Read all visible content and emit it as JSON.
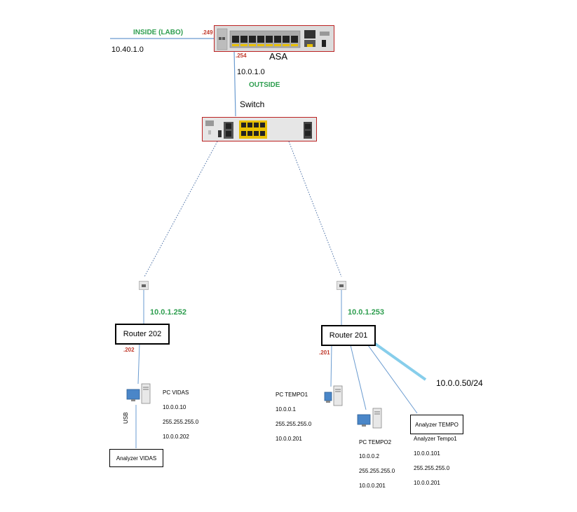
{
  "asa": {
    "label": "ASA",
    "inside_label": "INSIDE (LABO)",
    "inside_net": "10.40.1.0",
    "inside_ip": ".249",
    "outside_ip": ".254",
    "outside_net": "10.0.1.0",
    "outside_label": "OUTSIDE"
  },
  "switch": {
    "label": "Switch"
  },
  "router202": {
    "label": "Router 202",
    "uplink_ip": "10.0.1.252",
    "lan_ip": ".202"
  },
  "router201": {
    "label": "Router 201",
    "uplink_ip": "10.0.1.253",
    "lan_ip": ".201",
    "extra_net": "10.0.0.50/24"
  },
  "pc_vidas": {
    "name": "PC VIDAS",
    "ip": "10.0.0.10",
    "mask": "255.255.255.0",
    "gateway": "10.0.0.202",
    "link_label": "USB"
  },
  "analyzer_vidas": {
    "label": "Analyzer VIDAS"
  },
  "pc_tempo1": {
    "name": "PC TEMPO1",
    "ip": "10.0.0.1",
    "mask": "255.255.255.0",
    "gateway": "10.0.0.201"
  },
  "pc_tempo2": {
    "name": "PC TEMPO2",
    "ip": "10.0.0.2",
    "mask": "255.255.255.0",
    "gateway": "10.0.0.201"
  },
  "analyzer_tempo": {
    "label": "Analyzer TEMPO",
    "name": "Analyzer Tempo1",
    "ip": "10.0.0.101",
    "mask": "255.255.255.0",
    "gateway": "10.0.0.201"
  },
  "colors": {
    "link_solid": "#6a9bd0",
    "link_dotted": "#4a6fa5",
    "link_highlight": "#87ceeb",
    "label_green": "#2e9e4f",
    "label_red": "#c0392b"
  }
}
